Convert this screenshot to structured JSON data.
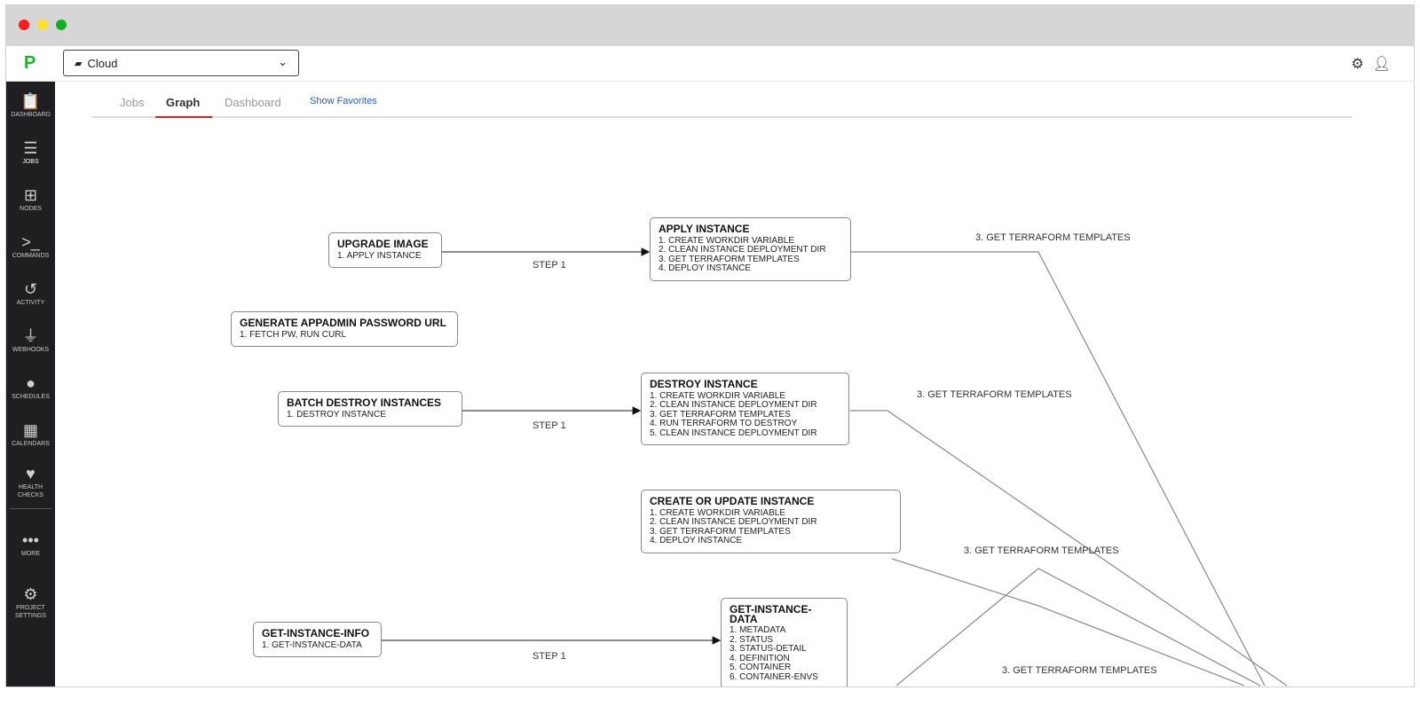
{
  "window": {
    "dots": [
      "#ff1b1b",
      "#ffdf27",
      "#13ae22"
    ]
  },
  "topbar": {
    "logo": "P",
    "project": "Cloud",
    "project_icon": "box-icon",
    "settings_icon": "gear-icon",
    "user_icon": "user-icon"
  },
  "sidebar": {
    "items": [
      {
        "label": "DASHBOARD",
        "icon": "📋"
      },
      {
        "label": "JOBS",
        "icon": "☰"
      },
      {
        "label": "NODES",
        "icon": "⊞"
      },
      {
        "label": "COMMANDS",
        "icon": ">_"
      },
      {
        "label": "ACTIVITY",
        "icon": "↺"
      },
      {
        "label": "WEBHOOKS",
        "icon": "⏚"
      },
      {
        "label": "SCHEDULES",
        "icon": "●"
      },
      {
        "label": "CALENDARS",
        "icon": "▦"
      },
      {
        "label": "HEALTH CHECKS",
        "icon": "♥"
      }
    ],
    "more": {
      "label": "MORE",
      "icon": "•••"
    },
    "settings": {
      "label": "PROJECT SETTINGS",
      "icon": "⚙"
    }
  },
  "tabs": {
    "jobs": "Jobs",
    "graph": "Graph",
    "dashboard": "Dashboard",
    "favorites": "Show Favorites"
  },
  "graph": {
    "nodes": [
      {
        "title": "UPGRADE IMAGE",
        "steps": [
          "1. APPLY INSTANCE"
        ]
      },
      {
        "title": "APPLY INSTANCE",
        "steps": [
          "1. CREATE WORKDIR VARIABLE",
          "2. CLEAN INSTANCE DEPLOYMENT DIR",
          "3. GET TERRAFORM TEMPLATES",
          "4. DEPLOY INSTANCE"
        ]
      },
      {
        "title": "GENERATE APPADMIN PASSWORD URL",
        "steps": [
          "1. FETCH PW, RUN CURL"
        ]
      },
      {
        "title": "BATCH DESTROY INSTANCES",
        "steps": [
          "1. DESTROY INSTANCE"
        ]
      },
      {
        "title": "DESTROY INSTANCE",
        "steps": [
          "1. CREATE WORKDIR VARIABLE",
          "2. CLEAN INSTANCE DEPLOYMENT DIR",
          "3. GET TERRAFORM TEMPLATES",
          "4. RUN TERRAFORM TO DESTROY",
          "5. CLEAN INSTANCE DEPLOYMENT DIR"
        ]
      },
      {
        "title": "CREATE OR UPDATE INSTANCE",
        "steps": [
          "1. CREATE WORKDIR VARIABLE",
          "2. CLEAN INSTANCE DEPLOYMENT DIR",
          "3. GET TERRAFORM TEMPLATES",
          "4. DEPLOY INSTANCE"
        ]
      },
      {
        "title": "GET-INSTANCE-INFO",
        "steps": [
          "1. GET-INSTANCE-DATA"
        ]
      },
      {
        "title": "GET-INSTANCE-DATA",
        "steps": [
          "1. METADATA",
          "2. STATUS",
          "3. STATUS-DETAIL",
          "4. DEFINITION",
          "5. CONTAINER",
          "6. CONTAINER-ENVS"
        ]
      }
    ],
    "edge_labels": [
      "STEP 1",
      "STEP 1",
      "STEP 1",
      "3. GET TERRAFORM TEMPLATES",
      "3. GET TERRAFORM TEMPLATES",
      "3. GET TERRAFORM TEMPLATES",
      "3. GET TERRAFORM TEMPLATES"
    ]
  }
}
